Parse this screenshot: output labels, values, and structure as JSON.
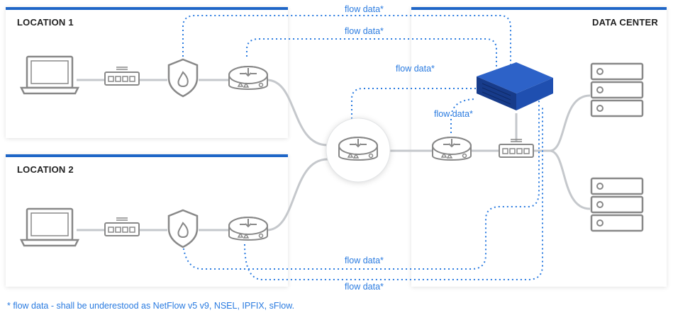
{
  "locations": [
    {
      "title": "LOCATION 1"
    },
    {
      "title": "LOCATION 2"
    }
  ],
  "datacenter": {
    "title": "DATA CENTER"
  },
  "flow_labels": [
    "flow data*",
    "flow data*",
    "flow data*",
    "flow data*",
    "flow data*",
    "flow data*"
  ],
  "footnote": "* flow data - shall be underestood as NetFlow v5 v9, NSEL, IPFIX, sFlow.",
  "colors": {
    "accent": "#1f66c7",
    "flow": "#2a7be0",
    "link": "#c5c8cc",
    "device": "#888"
  }
}
